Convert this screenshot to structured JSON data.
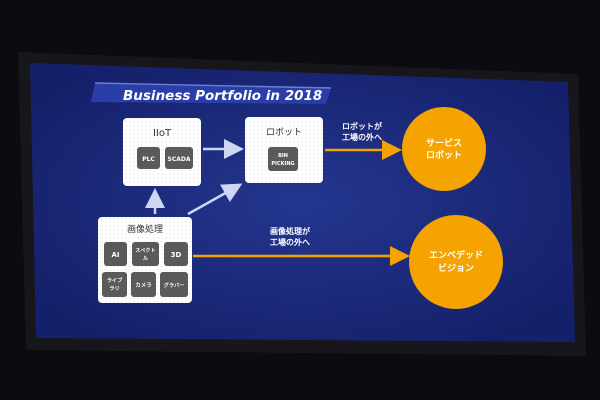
{
  "slide": {
    "title": "Business Portfolio in 2018"
  },
  "boxes": {
    "iiot": {
      "title": "IIoT",
      "chips": [
        "PLC",
        "SCADA"
      ]
    },
    "robot": {
      "title": "ロボット",
      "chip_line1": "BIN",
      "chip_line2": "PICKING"
    },
    "vision": {
      "title": "画像処理",
      "chips": [
        {
          "line1": "AI",
          "line2": ""
        },
        {
          "line1": "スペクト",
          "line2": "ル"
        },
        {
          "line1": "3D",
          "line2": ""
        },
        {
          "line1": "ライブ",
          "line2": "ラリ"
        },
        {
          "line1": "カメラ",
          "line2": ""
        },
        {
          "line1": "グラバー",
          "line2": ""
        }
      ]
    }
  },
  "labels": {
    "robot_out_line1": "ロボットが",
    "robot_out_line2": "工場の外へ",
    "vision_out_line1": "画像処理が",
    "vision_out_line2": "工場の外へ"
  },
  "circles": {
    "service_line1": "サービス",
    "service_line2": "ロボット",
    "embedded_line1": "エンベデッド",
    "embedded_line2": "ビジョン"
  },
  "colors": {
    "slide_bg": "#1c2a8c",
    "title_bar": "#23359c",
    "orange": "#f5a300",
    "arrow_white": "#cfd6f2"
  }
}
